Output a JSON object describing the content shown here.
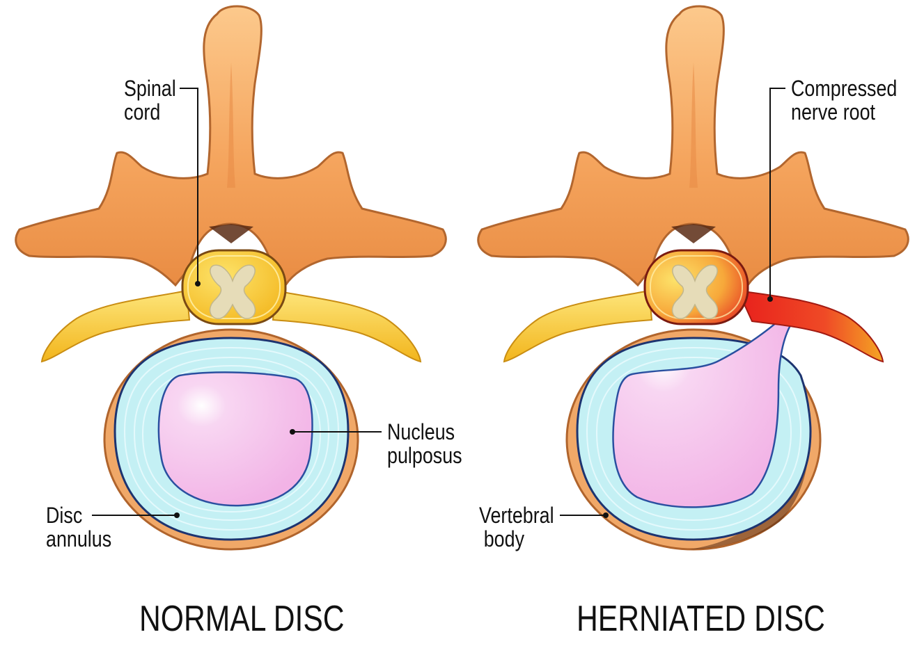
{
  "panels": [
    {
      "caption": "NORMAL DISC",
      "labels": {
        "spinal_cord": [
          "Spinal",
          "cord"
        ],
        "nucleus": [
          "Nucleus",
          "pulposus"
        ],
        "annulus": [
          "Disc",
          "annulus"
        ]
      }
    },
    {
      "caption": "HERNIATED DISC",
      "labels": {
        "nerve_root": [
          "Compressed",
          "nerve root"
        ],
        "vertebral_body": [
          "Vertebral",
          "body"
        ]
      }
    }
  ],
  "colors": {
    "bone": "#f5a55e",
    "bone_dark": "#c8743a",
    "nerve": "#f7cd2a",
    "cord": "#f6c530",
    "grey_matter": "#e6dcb8",
    "annulus": "#bfeef3",
    "nucleus": "#f7c3ec",
    "inflamed": "#e5261f",
    "outline": "#1d3470"
  }
}
